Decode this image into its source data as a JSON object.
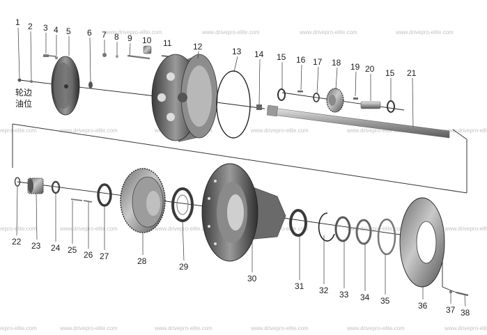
{
  "diagram": {
    "callouts": [
      "1",
      "2",
      "3",
      "4",
      "5",
      "6",
      "7",
      "8",
      "9",
      "10",
      "11",
      "12",
      "13",
      "14",
      "15",
      "16",
      "17",
      "18",
      "19",
      "20",
      "15",
      "21",
      "22",
      "23",
      "24",
      "25",
      "26",
      "27",
      "28",
      "29",
      "30",
      "31",
      "32",
      "33",
      "34",
      "35",
      "36",
      "37",
      "38"
    ],
    "note_line1": "轮边",
    "note_line2": "油位",
    "watermark": "www.drivepro-elite.com"
  }
}
